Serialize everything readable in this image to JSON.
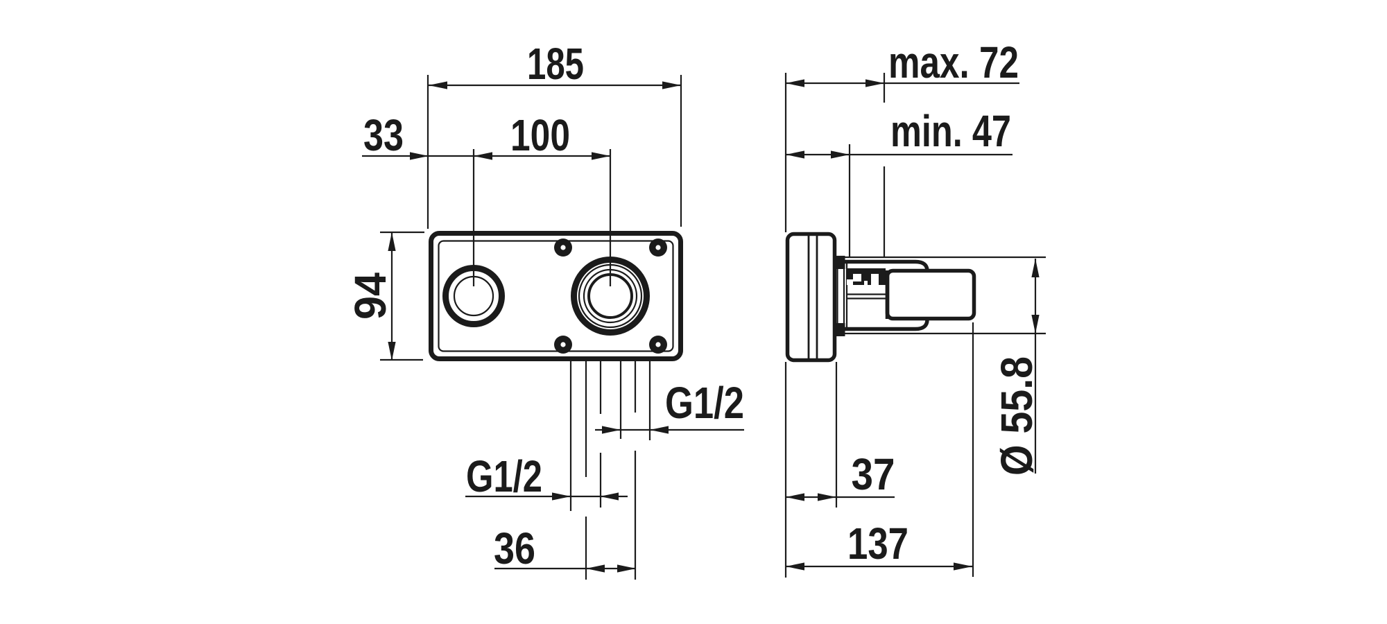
{
  "colors": {
    "ink": "#1b1b1b",
    "background": "#ffffff"
  },
  "drawing_type": "technical-dimension-drawing",
  "front_view": {
    "body_width": "185",
    "left_hole_offset": "33",
    "hole_center_distance": "100",
    "body_height": "94",
    "thread_right_outlet": "G1/2",
    "thread_left_outlet": "G1/2",
    "bottom_outlet_spacing": "36"
  },
  "side_view": {
    "max_installation_depth": "max. 72",
    "min_installation_depth": "min. 47",
    "handle_depth": "37",
    "total_depth": "137",
    "sleeve_diameter": "Ø 55.8"
  }
}
